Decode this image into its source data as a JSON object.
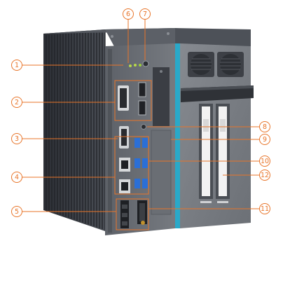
{
  "callouts": [
    {
      "id": "1",
      "label": "1"
    },
    {
      "id": "2",
      "label": "2"
    },
    {
      "id": "3",
      "label": "3"
    },
    {
      "id": "4",
      "label": "4"
    },
    {
      "id": "5",
      "label": "5"
    },
    {
      "id": "6",
      "label": "6"
    },
    {
      "id": "7",
      "label": "7"
    },
    {
      "id": "8",
      "label": "8"
    },
    {
      "id": "9",
      "label": "9"
    },
    {
      "id": "10",
      "label": "10"
    },
    {
      "id": "11",
      "label": "11"
    },
    {
      "id": "12",
      "label": "12"
    }
  ],
  "colors": {
    "callout": "#e8752a",
    "chassis_dark": "#3a3d44",
    "chassis_front": "#6b6f76",
    "expansion_front": "#7a7e84",
    "accent_stripe": "#29a9c9"
  }
}
